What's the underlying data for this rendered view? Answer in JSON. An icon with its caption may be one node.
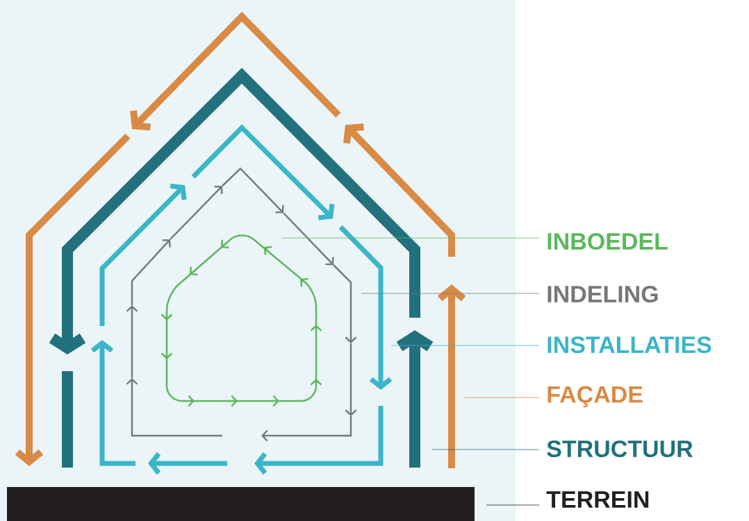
{
  "diagram": {
    "nodes": [
      {
        "text": [
          "INBOEDEL"
        ]
      },
      {
        "text": [
          "INDELING"
        ]
      },
      {
        "text": [
          "INSTALLATIES"
        ]
      },
      {
        "text": [
          "FAÇADE"
        ]
      },
      {
        "text": [
          "STRUCTUUR"
        ]
      },
      {
        "text": [
          "TERREIN"
        ]
      },
      {
        "text": [],
        "shape": "bar"
      }
    ],
    "edges": [
      {
        "from": 0,
        "to": null,
        "arrow": "none",
        "color": "#5cb85c"
      },
      {
        "from": 1,
        "to": null,
        "arrow": "none",
        "color": "#77787b"
      },
      {
        "from": 2,
        "to": null,
        "arrow": "none",
        "color": "#3bb5c8"
      },
      {
        "from": 3,
        "to": null,
        "arrow": "none",
        "color": "#d98a45"
      },
      {
        "from": 4,
        "to": null,
        "arrow": "none",
        "color": "#23707f"
      },
      {
        "from": 5,
        "to": 6,
        "arrow": "none",
        "color": "#231f20"
      }
    ]
  }
}
